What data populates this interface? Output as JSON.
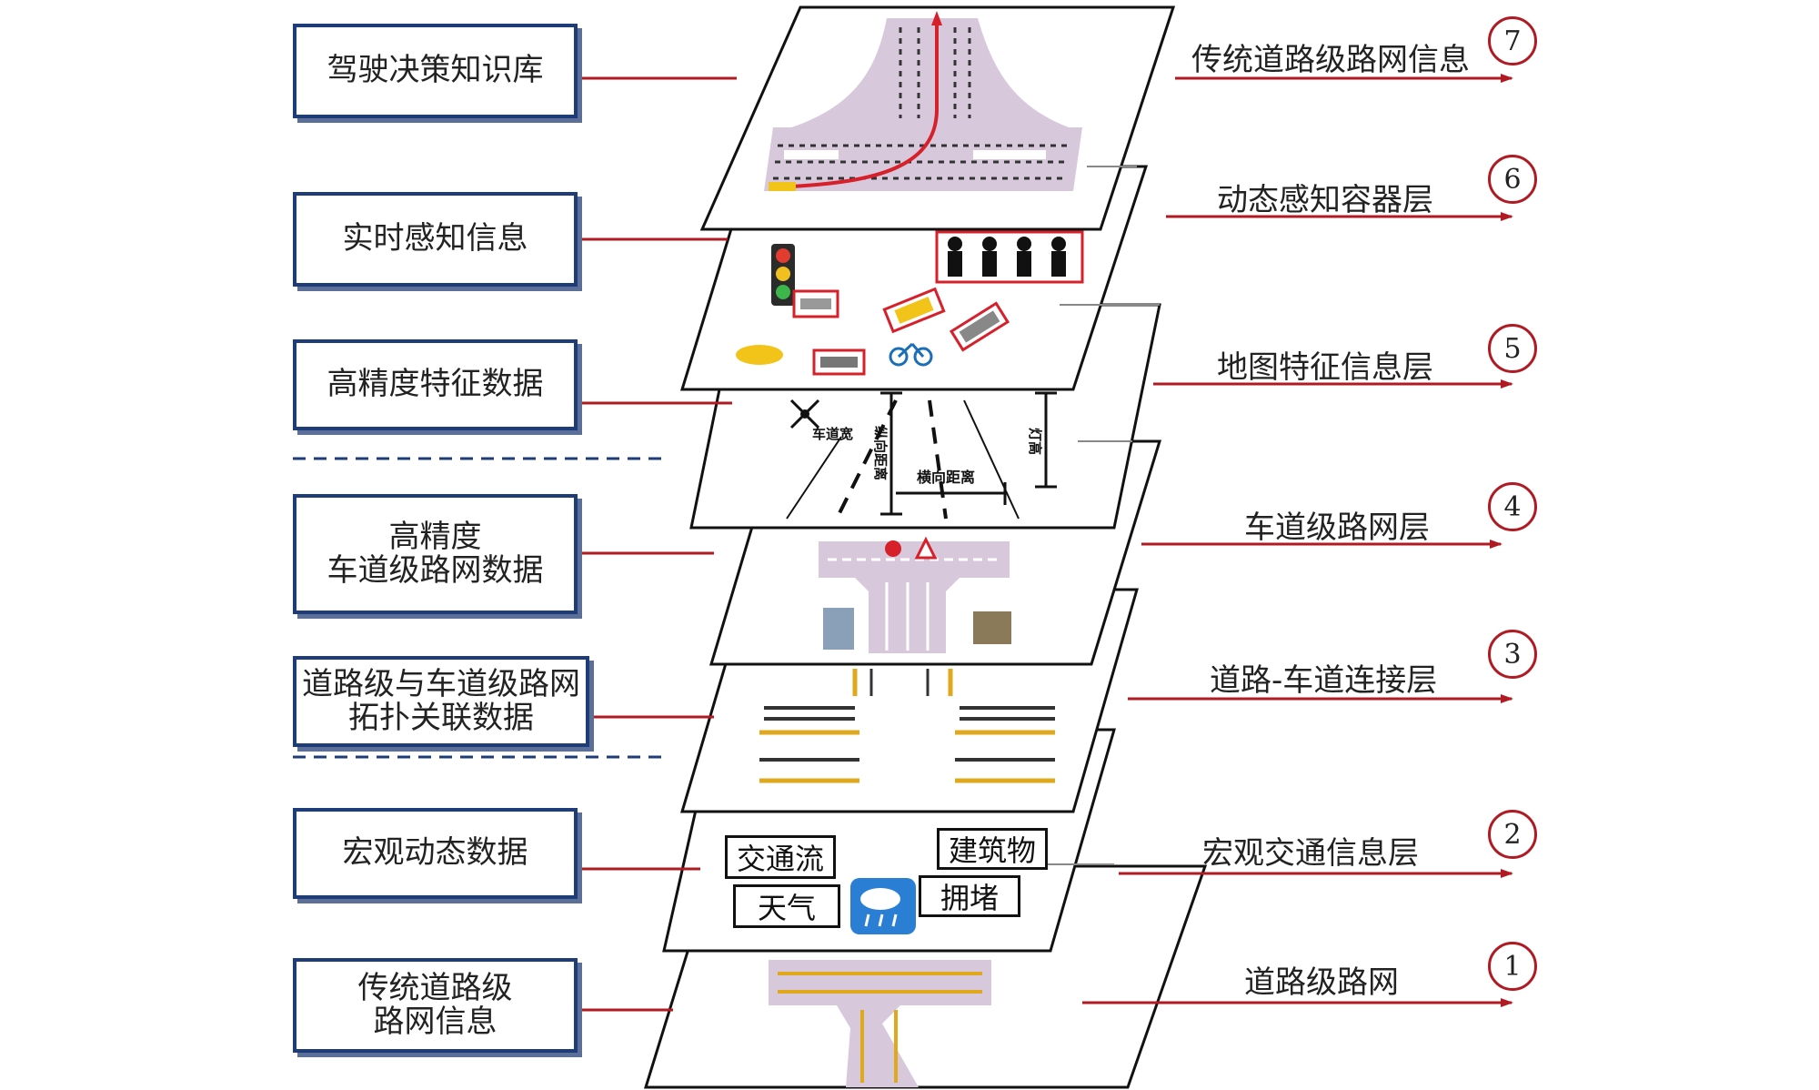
{
  "left_boxes": [
    {
      "lines": [
        "驾驶决策知识库"
      ]
    },
    {
      "lines": [
        "实时感知信息"
      ]
    },
    {
      "lines": [
        "高精度特征数据"
      ]
    },
    {
      "lines": [
        "高精度",
        "车道级路网数据"
      ]
    },
    {
      "lines": [
        "道路级与车道级路网",
        "拓扑关联数据"
      ]
    },
    {
      "lines": [
        "宏观动态数据"
      ]
    },
    {
      "lines": [
        "传统道路级",
        "路网信息"
      ]
    }
  ],
  "layers": [
    {
      "number": "7",
      "label": "传统道路级路网信息"
    },
    {
      "number": "6",
      "label": "动态感知容器层"
    },
    {
      "number": "5",
      "label": "地图特征信息层"
    },
    {
      "number": "4",
      "label": "车道级路网层"
    },
    {
      "number": "3",
      "label": "道路-车道连接层"
    },
    {
      "number": "2",
      "label": "宏观交通信息层"
    },
    {
      "number": "1",
      "label": "道路级路网"
    }
  ],
  "measure_labels": {
    "lane_width": "车道宽",
    "longitudinal": "纵向距离",
    "lateral": "横向距离",
    "light_height": "灯高"
  },
  "info_tags": {
    "traffic_flow": "交通流",
    "building": "建筑物",
    "weather": "天气",
    "congestion": "拥堵"
  },
  "colors": {
    "box_border": "#1d3c78",
    "arrow_red": "#b01a22",
    "dashed_blue": "#1d3c78",
    "road": "#d8c8dc",
    "lane_yellow": "#e0a81c"
  }
}
